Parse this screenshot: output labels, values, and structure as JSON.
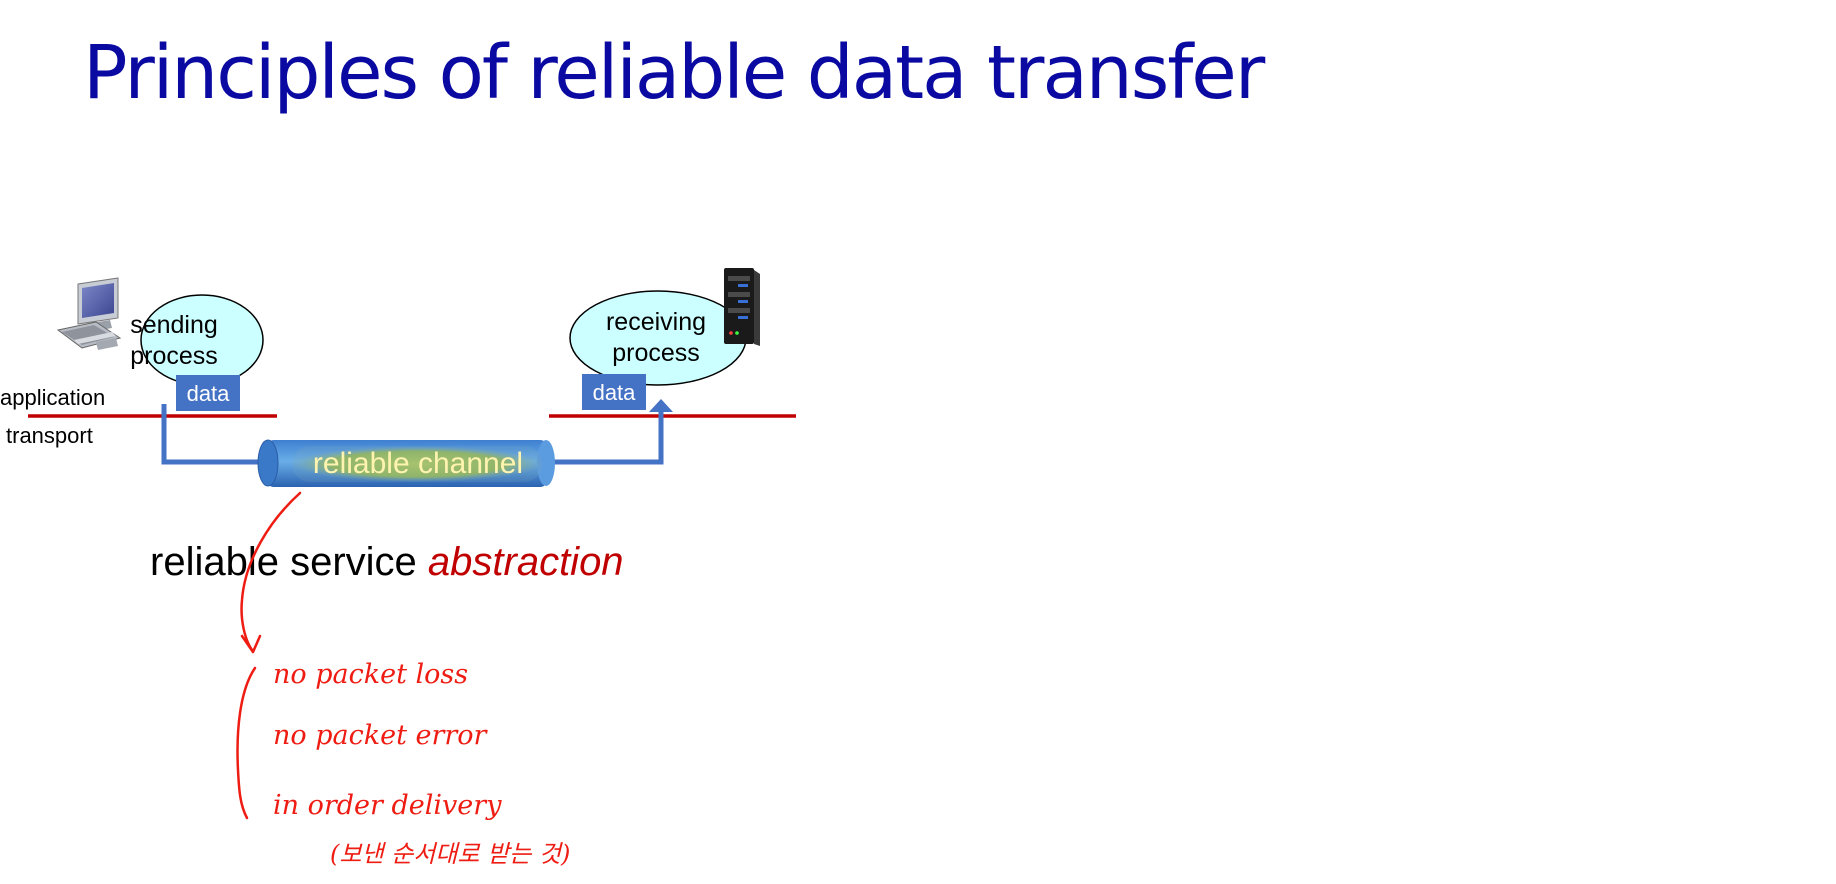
{
  "slide": {
    "title": "Principles of reliable data transfer"
  },
  "diagram": {
    "sender": {
      "ellipse_line1": "sending",
      "ellipse_line2": "process",
      "data_box": "data"
    },
    "receiver": {
      "ellipse_line1": "receiving",
      "ellipse_line2": "process",
      "data_box": "data"
    },
    "layers": {
      "application": "application",
      "transport": "transport"
    },
    "channel": {
      "label": "reliable channel"
    },
    "caption": {
      "plain": "reliable service ",
      "emphasis": "abstraction"
    },
    "icons": {
      "sender_host": "desktop-computer-icon",
      "receiver_host": "server-tower-icon"
    },
    "colors": {
      "title": "#0a0aa2",
      "layer_line": "#c00000",
      "arrow": "#4472c4",
      "data_box": "#4472c4",
      "ellipse_fill": "#ccffff",
      "emphasis": "#c00000",
      "handwriting": "#ee1c12"
    }
  },
  "annotations": {
    "handwritten_notes": [
      "no packet loss",
      "no packet error",
      "in order delivery",
      "(보낸 순서대로 받는 것)"
    ]
  }
}
